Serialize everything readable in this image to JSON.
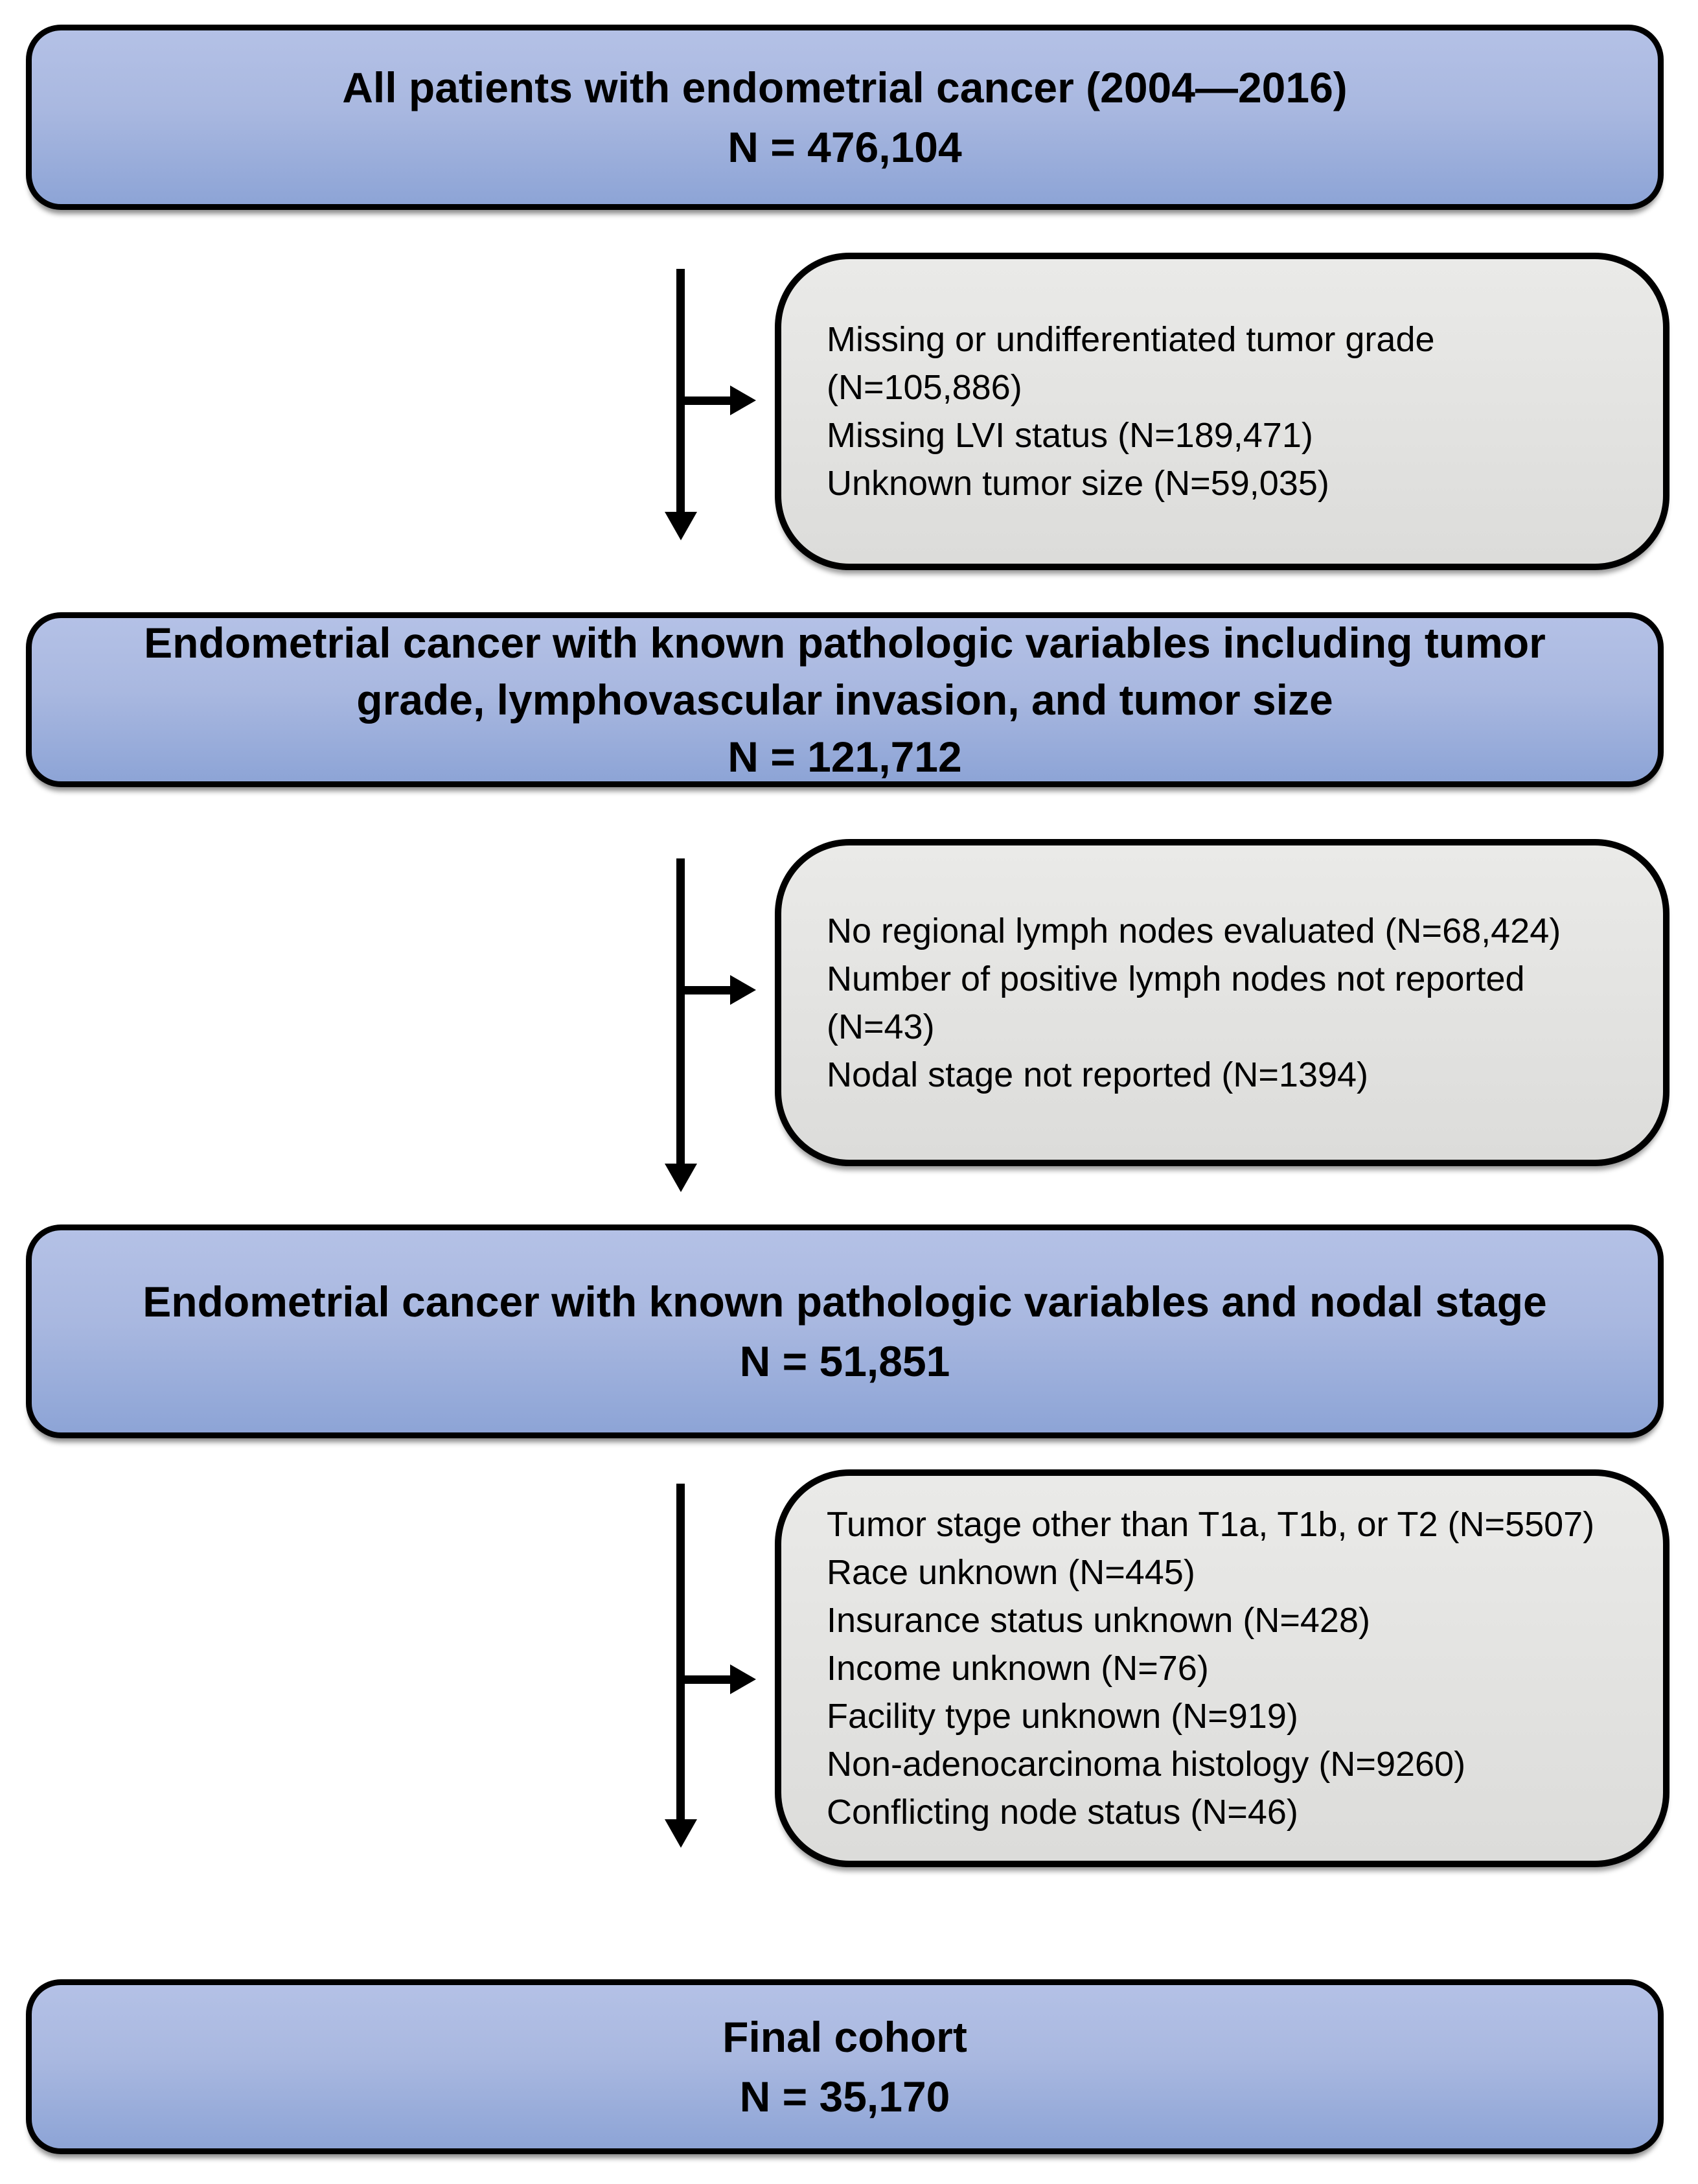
{
  "flow": {
    "box1": {
      "lines": [
        "All patients with endometrial cancer (2004—2016)",
        "N = 476,104"
      ]
    },
    "excl1": {
      "lines": [
        "Missing or undifferentiated tumor grade",
        "(N=105,886)",
        "Missing LVI status (N=189,471)",
        "Unknown tumor size (N=59,035)"
      ]
    },
    "box2": {
      "lines": [
        "Endometrial cancer with known pathologic variables including tumor",
        "grade, lymphovascular invasion, and tumor size",
        "N = 121,712"
      ]
    },
    "excl2": {
      "lines": [
        "No regional lymph nodes evaluated (N=68,424)",
        "Number of positive lymph nodes not reported",
        "(N=43)",
        "Nodal stage not reported (N=1394)"
      ]
    },
    "box3": {
      "lines": [
        "Endometrial cancer with known pathologic variables and nodal stage",
        "N = 51,851"
      ]
    },
    "excl3": {
      "lines": [
        "Tumor stage other than T1a, T1b, or T2 (N=5507)",
        "Race unknown (N=445)",
        "Insurance status unknown (N=428)",
        "Income unknown (N=76)",
        "Facility type unknown (N=919)",
        "Non-adenocarcinoma histology (N=9260)",
        "Conflicting node status (N=46)"
      ]
    },
    "box4": {
      "lines": [
        "Final cohort",
        "N = 35,170"
      ]
    }
  },
  "colors": {
    "box_blue_top": "#b4c1e6",
    "box_blue_bottom": "#8da4d6",
    "box_gray_top": "#eaeae8",
    "box_gray_bottom": "#dcdcda",
    "border_black": "#000000",
    "text_black": "#000000",
    "background_white": "#ffffff"
  }
}
